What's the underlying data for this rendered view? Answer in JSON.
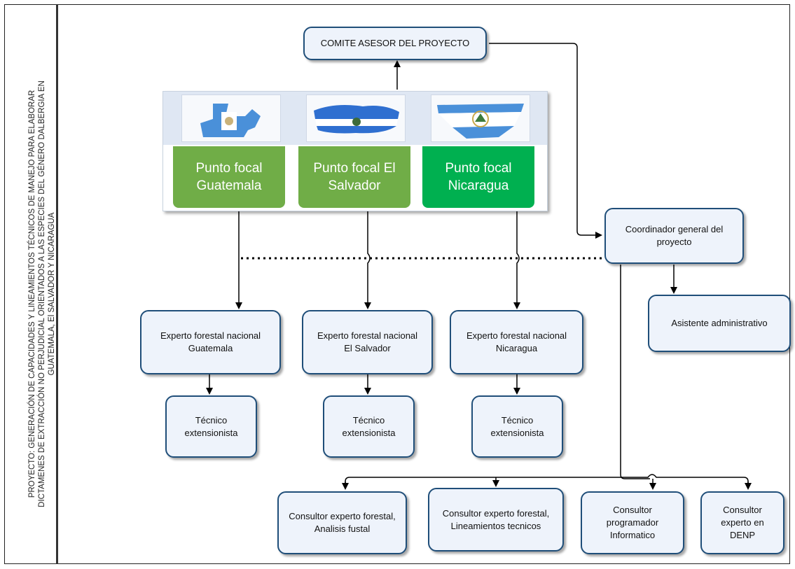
{
  "side_title": {
    "line1": "PROYECTO: GENERACIÓN DE CAPACIDADES Y LINEAMIENTOS TÉCNICOS DE MANEJO PARA ELABORAR",
    "line2": "DICTAMENES DE EXTRACCIÓN NO PERJUDICIAL ORIENTADOS A LAS ESPECIES DEL GÉNERO DALBERGIA EN",
    "line3": "GUATEMALA, El SALVADOR Y NICARAGUA"
  },
  "comite": "COMITE ASESOR DEL PROYECTO",
  "focal_points": [
    {
      "label": "Punto focal Guatemala",
      "flag": "guatemala-flag-map",
      "color": "#70ad47"
    },
    {
      "label": "Punto focal El Salvador",
      "flag": "el-salvador-flag-map",
      "color": "#70ad47"
    },
    {
      "label": "Punto focal Nicaragua",
      "flag": "nicaragua-flag-map",
      "color": "#00b050"
    }
  ],
  "coordinador": "Coordinador general del proyecto",
  "asistente": "Asistente administrativo",
  "expertos": [
    "Experto forestal nacional Guatemala",
    "Experto forestal nacional El Salvador",
    "Experto forestal nacional Nicaragua"
  ],
  "tecnicos": [
    "Técnico extensionista",
    "Técnico extensionista",
    "Técnico extensionista"
  ],
  "consultores": [
    "Consultor  experto forestal, Analisis fustal",
    "Consultor experto forestal, Lineamientos tecnicos",
    "Consultor programador Informatico",
    "Consultor experto en DENP"
  ],
  "colors": {
    "box_border": "#1f4e79",
    "box_fill": "#eef3fb",
    "flag_blue": "#4a90d9"
  }
}
